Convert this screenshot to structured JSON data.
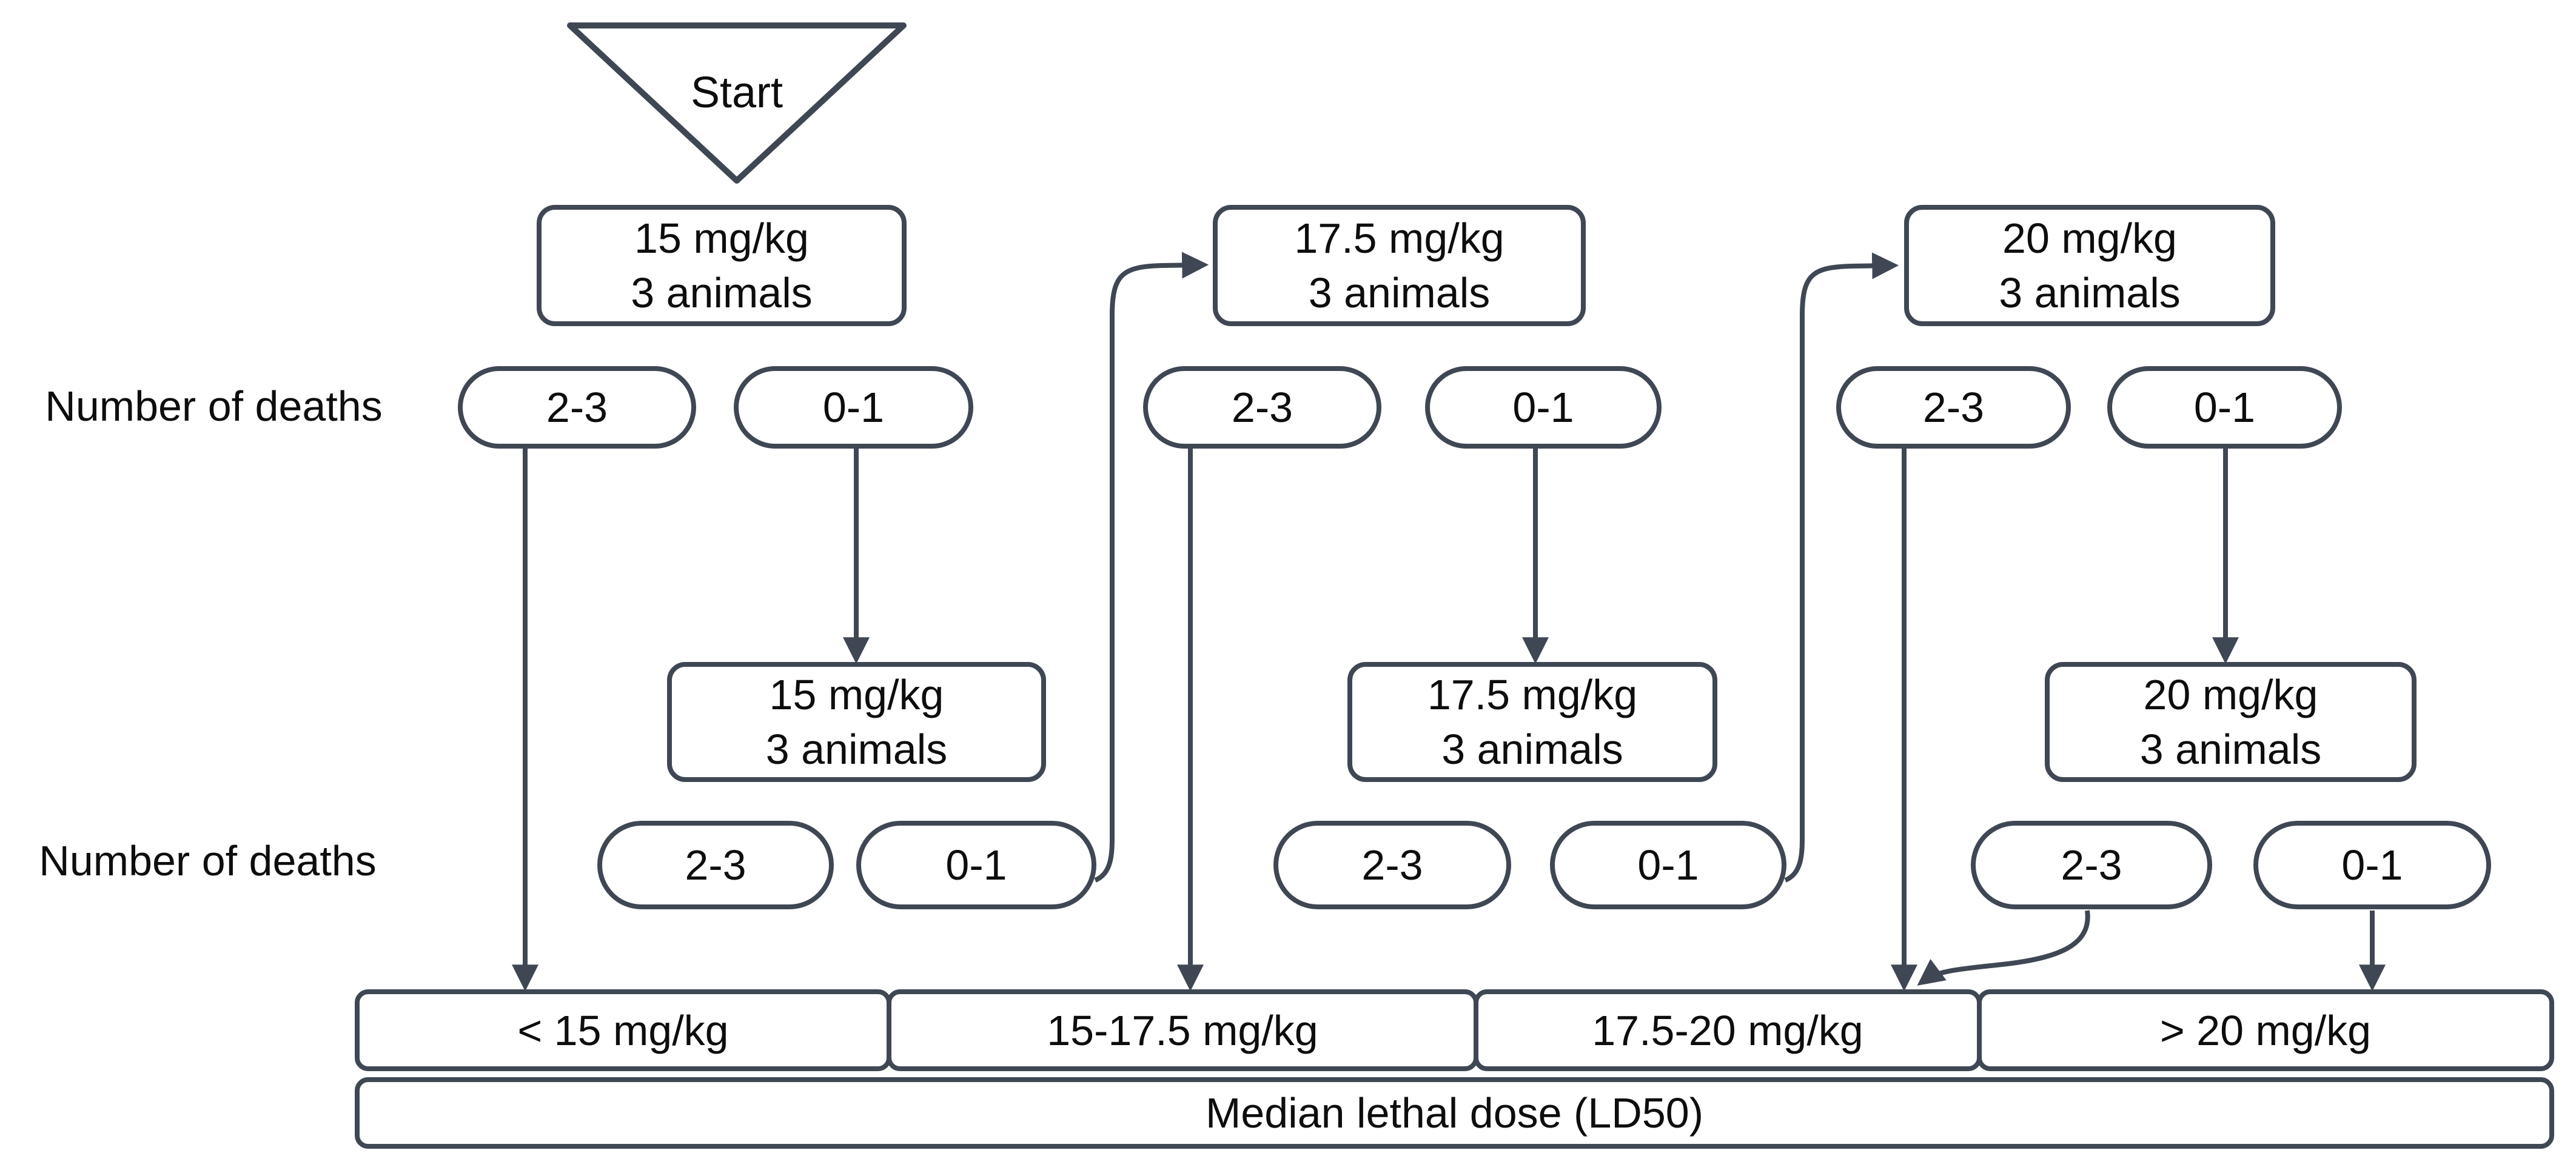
{
  "colors": {
    "stroke": "#404754",
    "text": "#0d0d0d",
    "background": "#ffffff"
  },
  "start": {
    "label": "Start"
  },
  "axis_labels": {
    "row1": "Number of deaths",
    "row2": "Number of deaths"
  },
  "dose_boxes": {
    "top": [
      {
        "dose": "15 mg/kg",
        "subjects": "3 animals"
      },
      {
        "dose": "17.5 mg/kg",
        "subjects": "3 animals"
      },
      {
        "dose": "20 mg/kg",
        "subjects": "3 animals"
      }
    ],
    "retest": [
      {
        "dose": "15 mg/kg",
        "subjects": "3 animals"
      },
      {
        "dose": "17.5 mg/kg",
        "subjects": "3 animals"
      },
      {
        "dose": "20 mg/kg",
        "subjects": "3 animals"
      }
    ]
  },
  "death_pills": {
    "row1": [
      "2-3",
      "0-1",
      "2-3",
      "0-1",
      "2-3",
      "0-1"
    ],
    "row2": [
      "2-3",
      "0-1",
      "2-3",
      "0-1",
      "2-3",
      "0-1"
    ]
  },
  "outcome_ranges": [
    "< 15 mg/kg",
    "15-17.5 mg/kg",
    "17.5-20 mg/kg",
    "> 20 mg/kg"
  ],
  "ld50_label": "Median lethal dose (LD50)"
}
